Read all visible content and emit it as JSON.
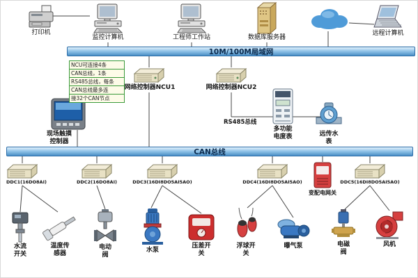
{
  "buses": {
    "lan_label": "10M/100M局域网",
    "can_label": "CAN总线",
    "rs485_label": "RS485总线"
  },
  "note": {
    "lines": [
      "NCU可连接4条",
      "CAN总线，1条",
      "RS485总线，每条",
      "CAN总线最多连",
      "接32个CAN节点"
    ]
  },
  "top_devices": [
    {
      "id": "printer",
      "label": "打印机"
    },
    {
      "id": "monitoring-computer",
      "label": "监控计算机"
    },
    {
      "id": "engineer-workstation",
      "label": "工程师工作站"
    },
    {
      "id": "database-server",
      "label": "数据库服务器"
    },
    {
      "id": "remote-computer",
      "label": "远程计算机"
    }
  ],
  "controllers": {
    "ncu1": {
      "label": "网络控制器NCU1"
    },
    "ncu2": {
      "label": "网络控制器NCU2"
    },
    "touch": {
      "label": "现场触摸控制器"
    },
    "meter": {
      "label": "多功能电度表"
    },
    "water_meter": {
      "label": "远传水表"
    },
    "gateway": {
      "label": "变配电网关"
    }
  },
  "ddc_nodes": [
    {
      "label": "DDC1(16DO8AI)"
    },
    {
      "label": "DDC2(16DO8AI)"
    },
    {
      "label": "DDC3(16DI8DO5AI5AO)"
    },
    {
      "label": "DDC4(16DI8DO5AI5AO)"
    },
    {
      "label": "DDC5(16DI8DO5AI5AO)"
    }
  ],
  "field_devices": [
    {
      "label": "水流开关"
    },
    {
      "label": "温度传感器"
    },
    {
      "label": "电动阀"
    },
    {
      "label": "水泵"
    },
    {
      "label": "压差开关"
    },
    {
      "label": "浮球开关"
    },
    {
      "label": "曝气泵"
    },
    {
      "label": "电磁阀"
    },
    {
      "label": "风机"
    }
  ]
}
